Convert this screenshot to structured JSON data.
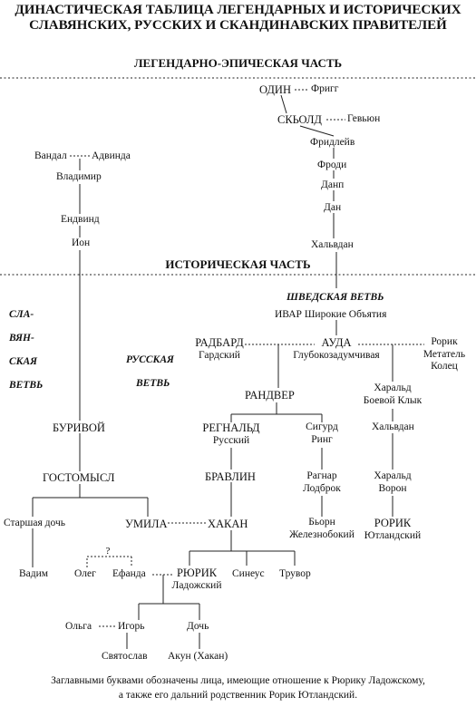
{
  "title": [
    "ДИНАСТИЧЕСКАЯ ТАБЛИЦА ЛЕГЕНДАРНЫХ И ИСТОРИЧЕСКИХ",
    "СЛАВЯНСКИХ, РУССКИХ И СКАНДИНАВСКИХ ПРАВИТЕЛЕЙ"
  ],
  "sections": {
    "legendary": "ЛЕГЕНДАРНО-ЭПИЧЕСКАЯ ЧАСТЬ",
    "historical": "ИСТОРИЧЕСКАЯ ЧАСТЬ"
  },
  "branches": {
    "swedish": "ШВЕДСКАЯ ВЕТВЬ",
    "slavic": [
      "СЛА-",
      "ВЯН-",
      "СКАЯ",
      "ВЕТВЬ"
    ],
    "russian": [
      "РУССКАЯ",
      "ВЕТВЬ"
    ]
  },
  "people": {
    "odin": "ОДИН",
    "frigg": "Фригг",
    "skjold": "СКЬОЛД",
    "gefjun": "Гевьюн",
    "fridleif": "Фридлейв",
    "frodi": "Фроди",
    "dan_p": "Данп",
    "dan": "Дан",
    "halfdan": "Хальвдан",
    "vandal": "Вандал",
    "advinda": "Адвинда",
    "vladimir": "Владимир",
    "endvind": "Ендвинд",
    "ion": "Ион",
    "ivar": "ИВАР Широкие Объятия",
    "radbard": [
      "РАДБАРД",
      "Гардский"
    ],
    "auda": [
      "АУДА",
      "Глубокозадумчивая"
    ],
    "rorik_m": [
      "Рорик",
      "Метатель",
      "Колец"
    ],
    "randver": "РАНДВЕР",
    "harald_bk": [
      "Харальд",
      "Боевой Клык"
    ],
    "halfdan2": "Хальвдан",
    "regnald": [
      "РЕГНАЛЬД",
      "Русский"
    ],
    "sigurd": [
      "Сигурд",
      "Ринг"
    ],
    "harald_v": [
      "Харальд",
      "Ворон"
    ],
    "bravlin": "БРАВЛИН",
    "ragnar": [
      "Рагнар",
      "Лодброк"
    ],
    "burivoy": "БУРИВОЙ",
    "gostomysl": "ГОСТОМЫСЛ",
    "elder_daughter": "Старшая дочь",
    "umila": "УМИЛА",
    "hakan": "ХАКАН",
    "bjorn": [
      "Бьорн",
      "Железнобокий"
    ],
    "rorik_j": [
      "РОРИК",
      "Ютландский"
    ],
    "question": "?",
    "vadim": "Вадим",
    "oleg": "Олег",
    "efanda": "Ефанда",
    "rurik": [
      "РЮРИК",
      "Ладожский"
    ],
    "sineus": "Синеус",
    "truvor": "Трувор",
    "olga": "Ольга",
    "igor": "Игорь",
    "daughter": "Дочь",
    "svyatoslav": "Святослав",
    "akun": "Акун (Хакан)"
  },
  "footnote": [
    "Заглавными буквами обозначены лица, имеющие отношение к Рюрику Ладожскому,",
    "а также его дальний родственник Рорик Ютландский."
  ]
}
